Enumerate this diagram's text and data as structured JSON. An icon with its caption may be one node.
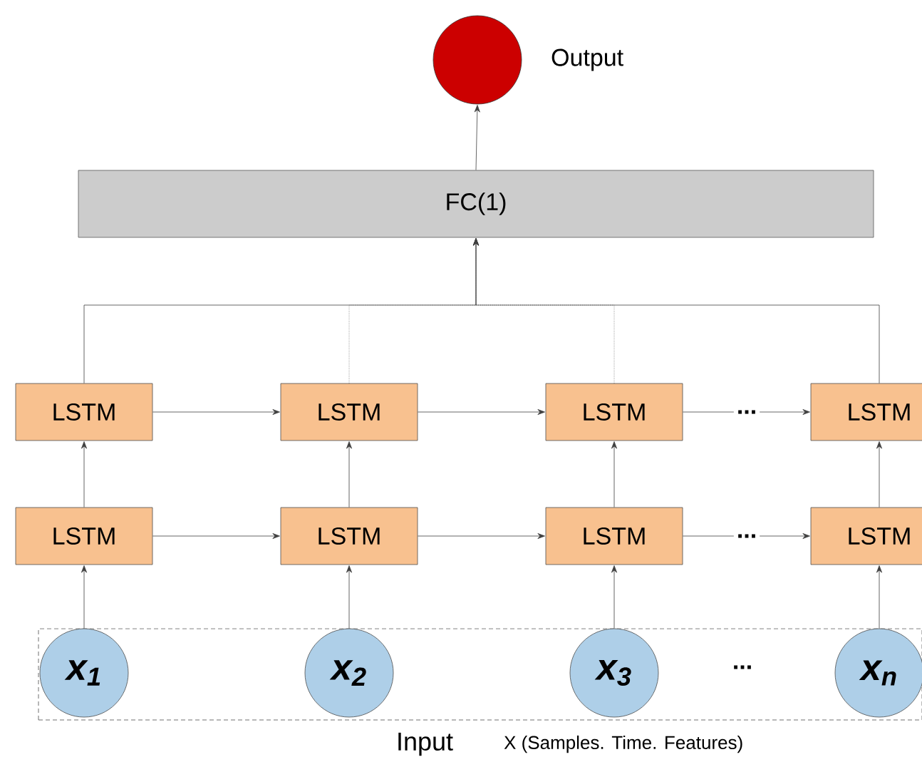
{
  "diagram": {
    "nodes": [
      {
        "text": [],
        "shape": "circle",
        "beside": [
          "Output"
        ]
      },
      {
        "text": [
          "FC(1)"
        ]
      },
      {
        "text": [
          "LSTM"
        ]
      },
      {
        "text": [
          "LSTM"
        ]
      },
      {
        "text": [
          "LSTM"
        ]
      },
      {
        "text": [
          "LSTM"
        ]
      },
      {
        "text": [
          "LSTM"
        ]
      },
      {
        "text": [
          "LSTM"
        ]
      },
      {
        "text": [
          "LSTM"
        ]
      },
      {
        "text": [
          "LSTM"
        ]
      },
      {
        "text": [
          "Input"
        ],
        "beside": [
          "X (Samples. Time. Features)"
        ]
      },
      {
        "text": [
          "x$_{1}$"
        ],
        "in": 10
      },
      {
        "text": [
          "x$_{2}$"
        ],
        "in": 10
      },
      {
        "text": [
          "x$_{3}$"
        ],
        "in": 10
      },
      {
        "text": [
          "x$_{n}$"
        ],
        "in": 10
      }
    ],
    "edges": [
      {
        "from": 1,
        "to": 0,
        "arrow": "to"
      },
      {
        "from": 2,
        "to": 1,
        "arrow": "to"
      },
      {
        "from": 3,
        "to": 1,
        "arrow": "to",
        "style": "dashed"
      },
      {
        "from": 4,
        "to": 1,
        "arrow": "to",
        "style": "dashed"
      },
      {
        "from": 5,
        "to": 1,
        "arrow": "to"
      },
      {
        "from": 2,
        "to": 3,
        "arrow": "to"
      },
      {
        "from": 3,
        "to": 4,
        "arrow": "to"
      },
      {
        "from": 4,
        "to": 5,
        "arrow": "to",
        "label": "..."
      },
      {
        "from": 6,
        "to": 7,
        "arrow": "to"
      },
      {
        "from": 7,
        "to": 8,
        "arrow": "to"
      },
      {
        "from": 8,
        "to": 9,
        "arrow": "to",
        "label": "..."
      },
      {
        "from": 6,
        "to": 2,
        "arrow": "to"
      },
      {
        "from": 7,
        "to": 3,
        "arrow": "to"
      },
      {
        "from": 8,
        "to": 4,
        "arrow": "to"
      },
      {
        "from": 9,
        "to": 5,
        "arrow": "to"
      },
      {
        "from": 11,
        "to": 6,
        "arrow": "to"
      },
      {
        "from": 12,
        "to": 7,
        "arrow": "to"
      },
      {
        "from": 13,
        "to": 8,
        "arrow": "to"
      },
      {
        "from": 14,
        "to": 9,
        "arrow": "to"
      }
    ],
    "labels": [
      "..."
    ]
  }
}
